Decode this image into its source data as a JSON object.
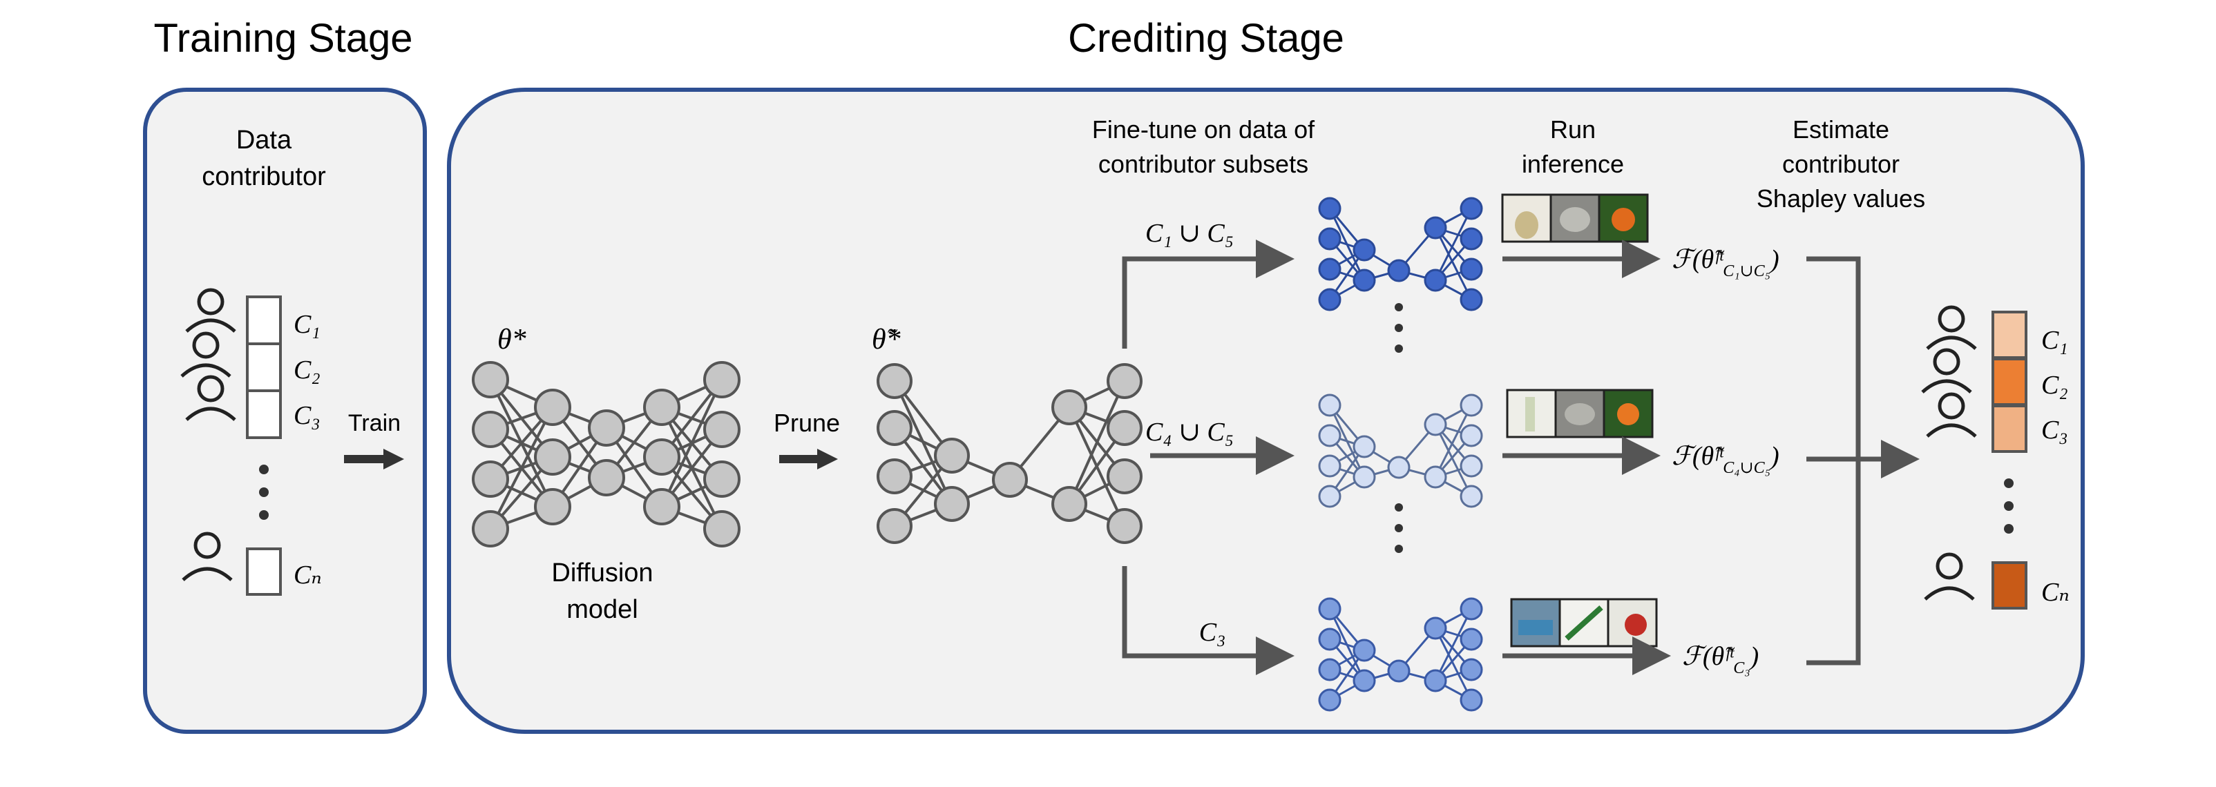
{
  "titles": {
    "training": "Training Stage",
    "crediting": "Crediting Stage"
  },
  "training": {
    "header": [
      "Data",
      "contributor"
    ],
    "contributors": [
      "C₁",
      "C₂",
      "C₃",
      "Cₙ"
    ],
    "dots": "⋮",
    "arrow_label": "Train"
  },
  "model": {
    "theta_star": "θ*",
    "caption": [
      "Diffusion",
      "model"
    ],
    "prune_label": "Prune",
    "theta_tilde_star": "θ̃*"
  },
  "steps": {
    "finetune": [
      "Fine-tune on data of",
      "contributor subsets"
    ],
    "inference": [
      "Run",
      "inference"
    ],
    "estimate": [
      "Estimate",
      "contributor",
      "Shapley values"
    ]
  },
  "subsets": [
    {
      "label": "C₁ ∪ C₅",
      "output": "ℱ(θ̃ᶠᵗ",
      "output_sub": "C₁∪C₅",
      "node_fill": "#3f67c8",
      "node_stroke": "#2a4a99"
    },
    {
      "label": "C₄ ∪ C₅",
      "output": "ℱ(θ̃ᶠᵗ",
      "output_sub": "C₄∪C₅",
      "node_fill": "#d3def3",
      "node_stroke": "#5a6f99"
    },
    {
      "label": "C₃",
      "output": "ℱ(θ̃ᶠᵗ",
      "output_sub": "C₃",
      "node_fill": "#7d9ddd",
      "node_stroke": "#3a5aa6"
    }
  ],
  "result": {
    "contributors": [
      "C₁",
      "C₂",
      "C₃",
      "Cₙ"
    ],
    "dots": "⋮",
    "colors": [
      "#f4c7a5",
      "#ec7f33",
      "#f0b184",
      "#c85a17"
    ]
  },
  "colors": {
    "panel_border": "#2e4f92",
    "panel_fill": "#f2f2f2",
    "arrow": "#555555",
    "node_gray": "#c6c6c6",
    "node_gray_stroke": "#555555"
  }
}
